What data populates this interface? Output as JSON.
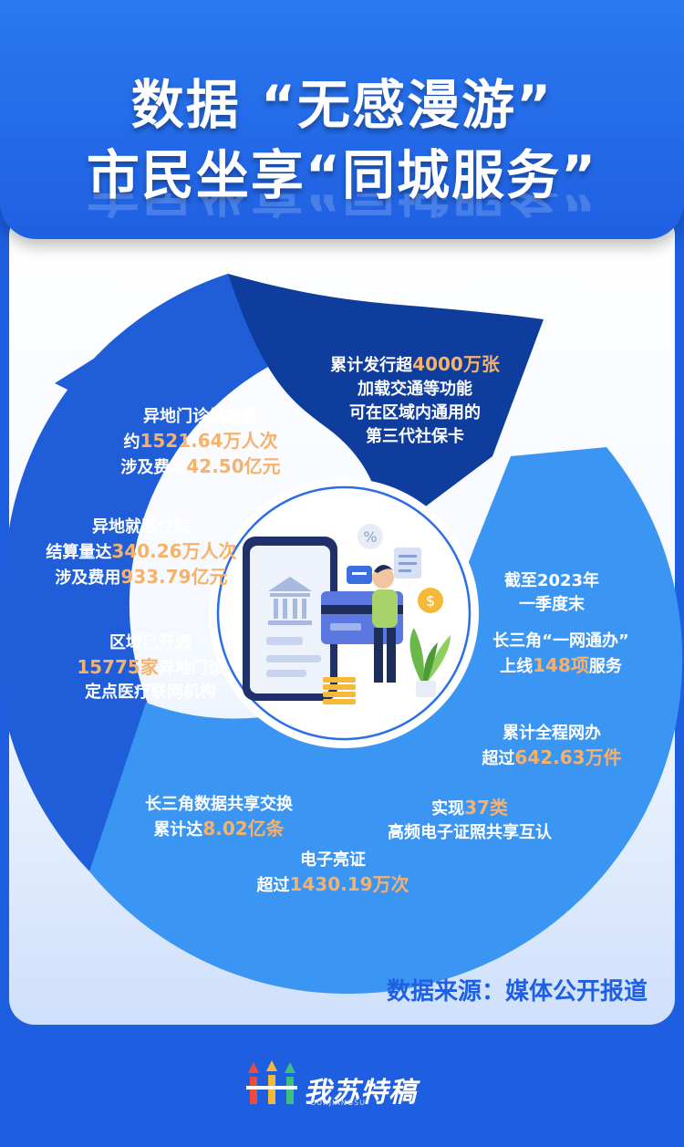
{
  "header": {
    "title_line1": "数据 “无感漫游”",
    "title_line2": "市民坐享“同城服务”"
  },
  "segments": {
    "social_card": {
      "l1a": "累计发行超",
      "l1b": "4000万张",
      "l2": "加载交通等功能",
      "l3": "可在区域内通用的",
      "l4": "第三代社保卡"
    },
    "outpatient": {
      "l1": "异地门诊结算量",
      "l2a": "约",
      "l2b": "1521.64万人次",
      "l3a": "涉及费用",
      "l3b": "42.50亿元"
    },
    "inpatient": {
      "l1": "异地就医住院",
      "l2a": "结算量达",
      "l2b": "340.26万人次",
      "l3a": "涉及费用",
      "l3b": "933.79亿元"
    },
    "clinics": {
      "l1": "区域已开通",
      "l2a": "15775家",
      "l2b": "异地门诊",
      "l3": "定点医疗联网机构"
    },
    "as_of": {
      "l1": "截至2023年",
      "l2": "一季度末"
    },
    "one_net": {
      "l1": "长三角“一网通办”",
      "l2a": "上线",
      "l2b": "148项",
      "l2c": "服务"
    },
    "online": {
      "l1": "累计全程网办",
      "l2a": "超过",
      "l2b": "642.63万件"
    },
    "certs": {
      "l1a": "实现",
      "l1b": "37类",
      "l2": "高频电子证照共享互认"
    },
    "e_license": {
      "l1": "电子亮证",
      "l2a": "超过",
      "l2b": "1430.19万次"
    },
    "data_share": {
      "l1": "长三角数据共享交换",
      "l2a": "累计达",
      "l2b": "8.02亿条"
    }
  },
  "footer": {
    "source": "数据来源：媒体公开报道",
    "logo_text": "我苏特稿",
    "logo_sub": "OURJIANGSU"
  },
  "colors": {
    "header_blue": "#1f60e2",
    "dark_arrow": "#0e3d9e",
    "mid_arrow": "#1f5ed8",
    "light_arrow": "#3b95f2",
    "highlight": "#f6b26b"
  },
  "icons": [
    "bank-icon",
    "percent-icon",
    "dollar-coin-icon",
    "document-icon",
    "chat-bubble-icon",
    "plant-icon"
  ]
}
